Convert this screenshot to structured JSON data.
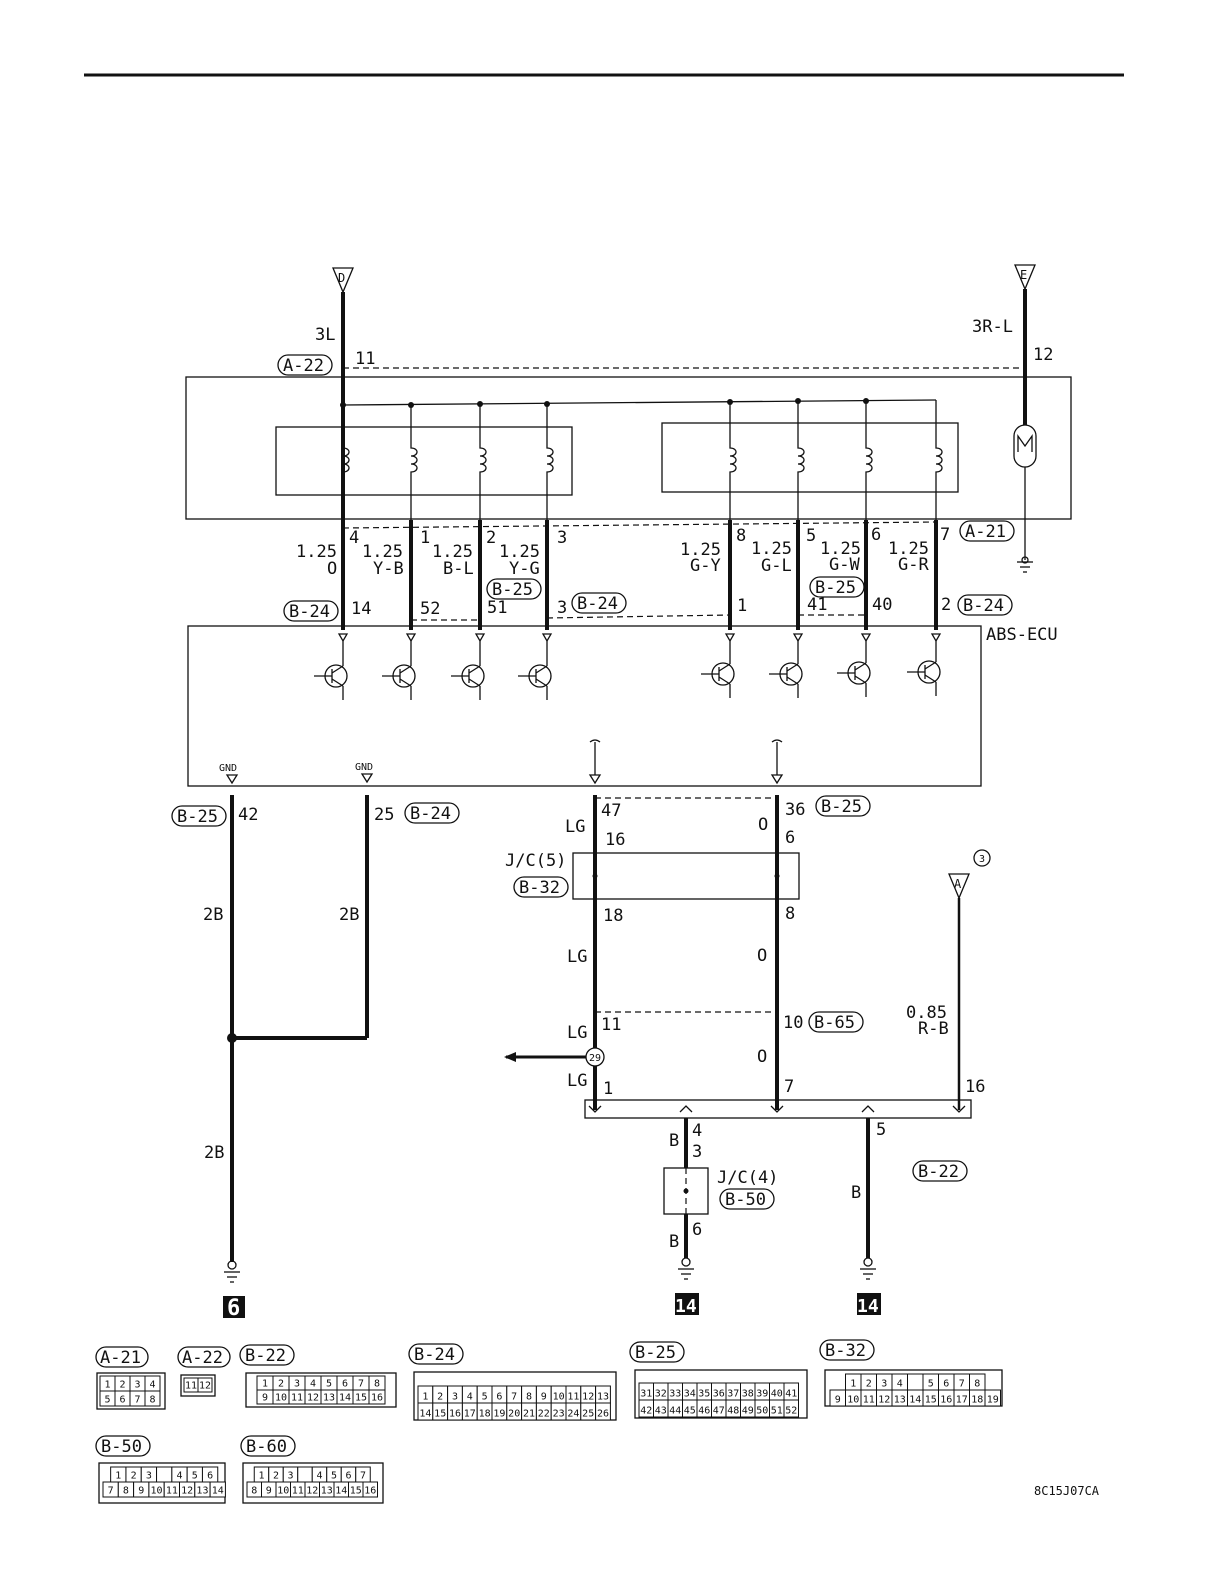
{
  "page": {
    "ref_code": "8C15J07CA"
  },
  "terminals": {
    "top_left": "D",
    "top_right": "E",
    "right_mid": "A",
    "circle_num": "3",
    "splice": "29"
  },
  "connectors": {
    "a22": "A-22",
    "a21": "A-21",
    "b24": "B-24",
    "b25": "B-25",
    "b32": "B-32",
    "b65": "B-65",
    "b50": "B-50",
    "b22": "B-22",
    "b60": "B-60"
  },
  "junctions": {
    "jc5": "J/C(5)",
    "jc4": "J/C(4)"
  },
  "modules": {
    "abs_ecu": "ABS-ECU",
    "gnd": "GND"
  },
  "wires": {
    "w3l": "3L",
    "w3rl": "3R-L",
    "w125": "1.25",
    "o": "O",
    "yb": "Y-B",
    "bl": "B-L",
    "yg": "Y-G",
    "gy": "G-Y",
    "gl": "G-L",
    "gw": "G-W",
    "gr": "G-R",
    "lg": "LG",
    "b2": "2B",
    "b": "B",
    "w085": "0.85",
    "rb": "R-B"
  },
  "pins": {
    "p11": "11",
    "p12": "12",
    "p4": "4",
    "p1": "1",
    "p2": "2",
    "p3": "3",
    "p8": "8",
    "p5": "5",
    "p6": "6",
    "p7": "7",
    "p14": "14",
    "p52": "52",
    "p51": "51",
    "p41": "41",
    "p40": "40",
    "p42": "42",
    "p25": "25",
    "p47": "47",
    "p36": "36",
    "p16": "16",
    "p18": "18",
    "p10": "10"
  },
  "ground_points": {
    "g6": "6",
    "g14a": "14",
    "g14b": "14"
  },
  "connector_faces": {
    "a21_rows": [
      [
        "1",
        "2",
        "3",
        "4"
      ],
      [
        "5",
        "6",
        "7",
        "8"
      ]
    ],
    "a22_rows": [
      [
        "11",
        "12"
      ]
    ],
    "b22_rows": [
      [
        "1",
        "2",
        "3",
        "4",
        "5",
        "6",
        "7",
        "8"
      ],
      [
        "9",
        "10",
        "11",
        "12",
        "13",
        "14",
        "15",
        "16"
      ]
    ],
    "b24_rows": [
      [
        "1",
        "2",
        "3",
        "4",
        "5",
        "6",
        "7",
        "8",
        "9",
        "10",
        "11",
        "12",
        "13"
      ],
      [
        "14",
        "15",
        "16",
        "17",
        "18",
        "19",
        "20",
        "21",
        "22",
        "23",
        "24",
        "25",
        "26"
      ]
    ],
    "b25_rows": [
      [
        "31",
        "32",
        "33",
        "34",
        "35",
        "36",
        "37",
        "38",
        "39",
        "40",
        "41"
      ],
      [
        "42",
        "43",
        "44",
        "45",
        "46",
        "47",
        "48",
        "49",
        "50",
        "51",
        "52"
      ]
    ],
    "b32_rows": [
      [
        "1",
        "2",
        "3",
        "4",
        "",
        "5",
        "6",
        "7",
        "8"
      ],
      [
        "9",
        "10",
        "11",
        "12",
        "13",
        "14",
        "15",
        "16",
        "17",
        "18",
        "19"
      ]
    ],
    "b50_rows": [
      [
        "1",
        "2",
        "3",
        "",
        "4",
        "5",
        "6"
      ],
      [
        "7",
        "8",
        "9",
        "10",
        "11",
        "12",
        "13",
        "14"
      ]
    ],
    "b60_rows": [
      [
        "1",
        "2",
        "3",
        "",
        "4",
        "5",
        "6",
        "7"
      ],
      [
        "8",
        "9",
        "10",
        "11",
        "12",
        "13",
        "14",
        "15",
        "16"
      ]
    ]
  }
}
